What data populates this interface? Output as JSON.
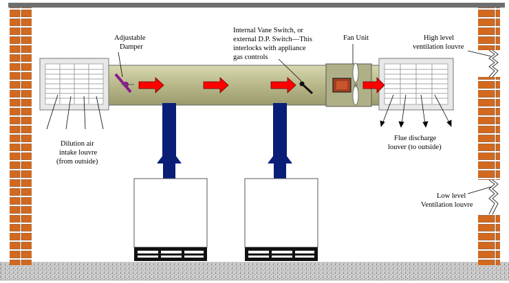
{
  "labels": {
    "adjustable_damper": [
      "Adjustable",
      "Damper"
    ],
    "vane_switch": [
      "Internal Vane Switch, or",
      "external D.P. Switch—This",
      "interlocks with appliance",
      "gas controls"
    ],
    "fan_unit": "Fan Unit",
    "high_level_louvre": [
      "High level",
      "ventilation louvre"
    ],
    "dilution_intake": [
      "Dilution air",
      "intake louvre",
      "(from outside)"
    ],
    "flue_discharge": [
      "Flue discharge",
      "louver (to outside)"
    ],
    "low_level_louvre": [
      "Low level",
      "Ventilation louvre"
    ]
  },
  "colors": {
    "duct": "#c8c89a",
    "arrow_red": "#ff0000",
    "flue_blue": "#0a1e78",
    "brick": "#d2691e",
    "damper": "#8b1a8b",
    "floor": "#c8c8c8"
  }
}
